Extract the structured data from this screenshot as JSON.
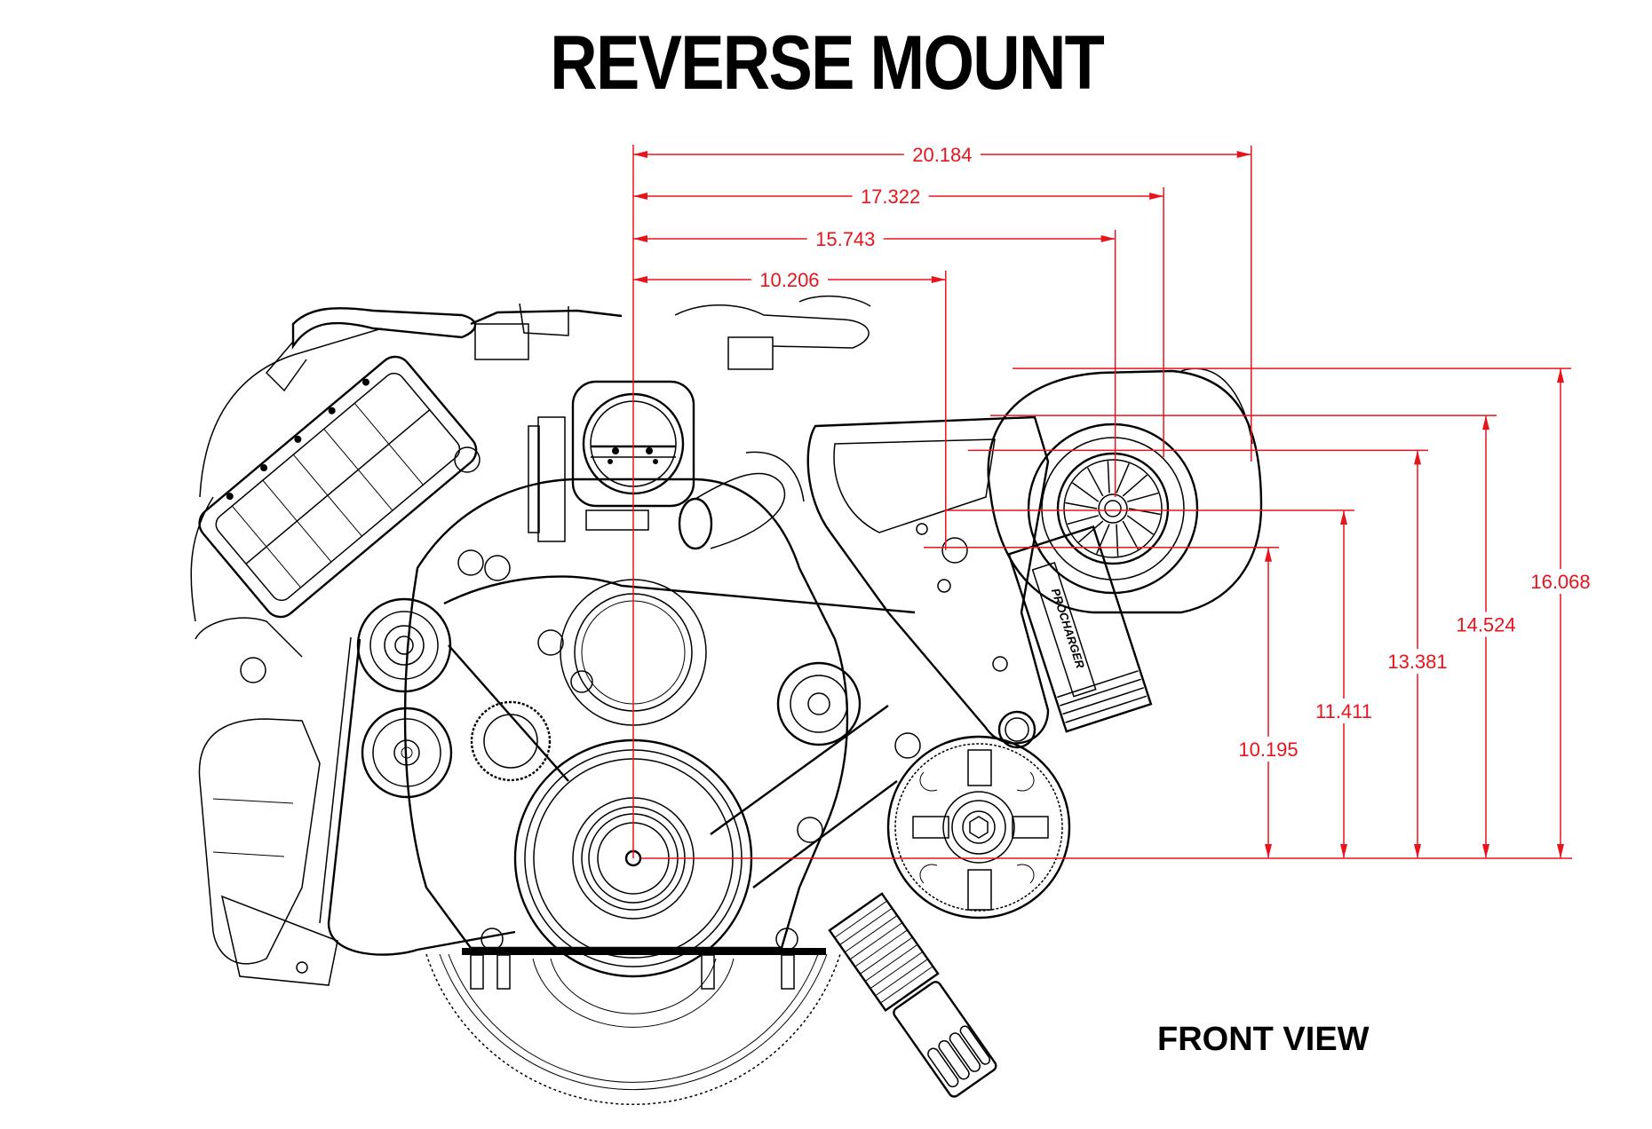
{
  "title": "REVERSE MOUNT",
  "view_label": "FRONT VIEW",
  "brand_label": "PROCHARGER",
  "dimension_color": "#e8141c",
  "units": "inches",
  "datum": "crankshaft centerline",
  "horizontal_dimensions": [
    {
      "id": "h1",
      "label": "20.184",
      "value": 20.184,
      "target": "supercharger volute outer edge"
    },
    {
      "id": "h2",
      "label": "17.322",
      "value": 17.322,
      "target": "supercharger volute edge"
    },
    {
      "id": "h3",
      "label": "15.743",
      "value": 15.743,
      "target": "supercharger inlet centerline"
    },
    {
      "id": "h4",
      "label": "10.206",
      "value": 10.206,
      "target": "bracket pivot bolt"
    }
  ],
  "vertical_dimensions": [
    {
      "id": "v1",
      "label": "10.195",
      "value": 10.195,
      "target": "bracket pivot bolt"
    },
    {
      "id": "v2",
      "label": "11.411",
      "value": 11.411,
      "target": "supercharger inlet centerline"
    },
    {
      "id": "v3",
      "label": "13.381",
      "value": 13.381,
      "target": "supercharger inlet top"
    },
    {
      "id": "v4",
      "label": "14.524",
      "value": 14.524,
      "target": "supercharger volute"
    },
    {
      "id": "v5",
      "label": "16.068",
      "value": 16.068,
      "target": "supercharger outlet top"
    }
  ]
}
